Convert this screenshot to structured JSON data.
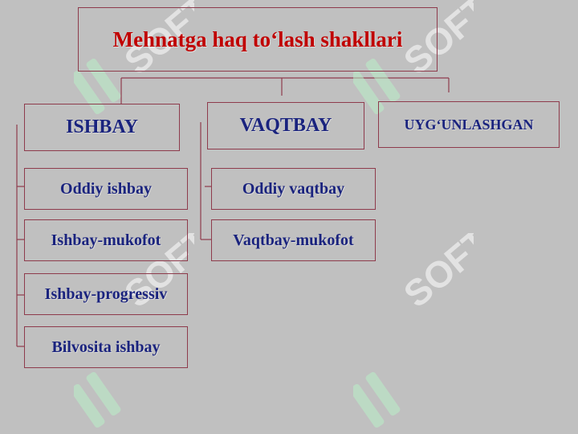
{
  "title": "Mehnatga haq to‘lash shakllari",
  "categories": {
    "ishbay": "ISHBAY",
    "vaqtbay": "VAQTBAY",
    "uyg": "UYG‘UNLASHGAN"
  },
  "ishbay_items": [
    "Oddiy ishbay",
    "Ishbay-mukofot",
    "Ishbay-progressiv",
    "Bilvosita ishbay"
  ],
  "vaqtbay_items": [
    "Oddiy vaqtbay",
    "Vaqtbay-mukofot"
  ],
  "watermark": "SOFT",
  "colors": {
    "background": "#c0c0c0",
    "title_text": "#c00000",
    "box_text": "#1a237e",
    "border": "#8e3b4c",
    "watermark": "#ffffff",
    "watermark_logo": "#b9f0c8"
  }
}
